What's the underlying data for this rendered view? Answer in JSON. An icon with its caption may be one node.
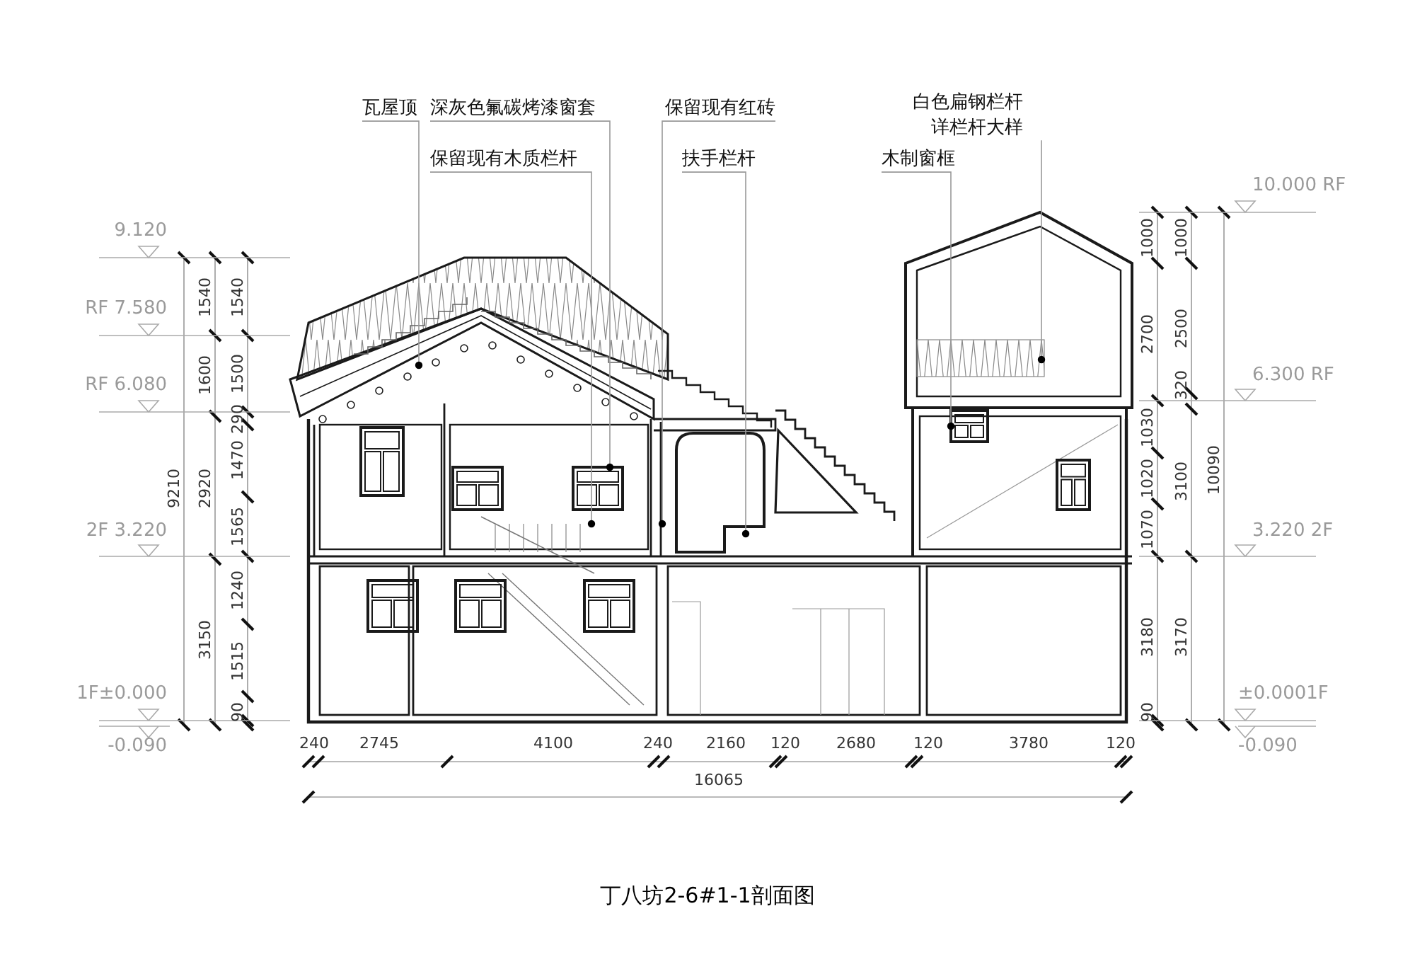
{
  "diagram": {
    "caption": "丁八坊2-6#1-1剖面图",
    "nodes": [
      {
        "text": [
          "瓦屋顶"
        ]
      },
      {
        "text": [
          "深灰色氟碳烤漆窗套"
        ]
      },
      {
        "text": [
          "保留现有木质栏杆"
        ]
      },
      {
        "text": [
          "保留现有红砖"
        ]
      },
      {
        "text": [
          "扶手栏杆"
        ]
      },
      {
        "text": [
          "白色扁钢栏杆",
          "详栏杆大样"
        ]
      },
      {
        "text": [
          "木制窗框"
        ]
      }
    ],
    "edges": [
      {
        "from": 0,
        "to": null,
        "arrow": "other"
      },
      {
        "from": 1,
        "to": null,
        "arrow": "other"
      },
      {
        "from": 2,
        "to": null,
        "arrow": "other"
      },
      {
        "from": 3,
        "to": null,
        "arrow": "other"
      },
      {
        "from": 4,
        "to": null,
        "arrow": "other"
      },
      {
        "from": 5,
        "to": null,
        "arrow": "other"
      },
      {
        "from": 6,
        "to": null,
        "arrow": "other"
      }
    ],
    "labels": [
      "9.120",
      "RF 7.580",
      "RF 6.080",
      "2F 3.220",
      "1F±0.000",
      "-0.090",
      "9210",
      "1540",
      "1600",
      "2920",
      "3150",
      "1540",
      "1500",
      "290",
      "1470",
      "1565",
      "1240",
      "1515",
      "90",
      "10.000 RF",
      "6.300 RF",
      "3.220 2F",
      "±0.0001F",
      "-0.090",
      "1000",
      "2700",
      "1030",
      "1020",
      "1070",
      "3180",
      "90",
      "1000",
      "2500",
      "320",
      "3100",
      "3170",
      "10090",
      "240",
      "2745",
      "4100",
      "240",
      "2160",
      "120",
      "2680",
      "120",
      "3780",
      "120",
      "16065"
    ]
  }
}
